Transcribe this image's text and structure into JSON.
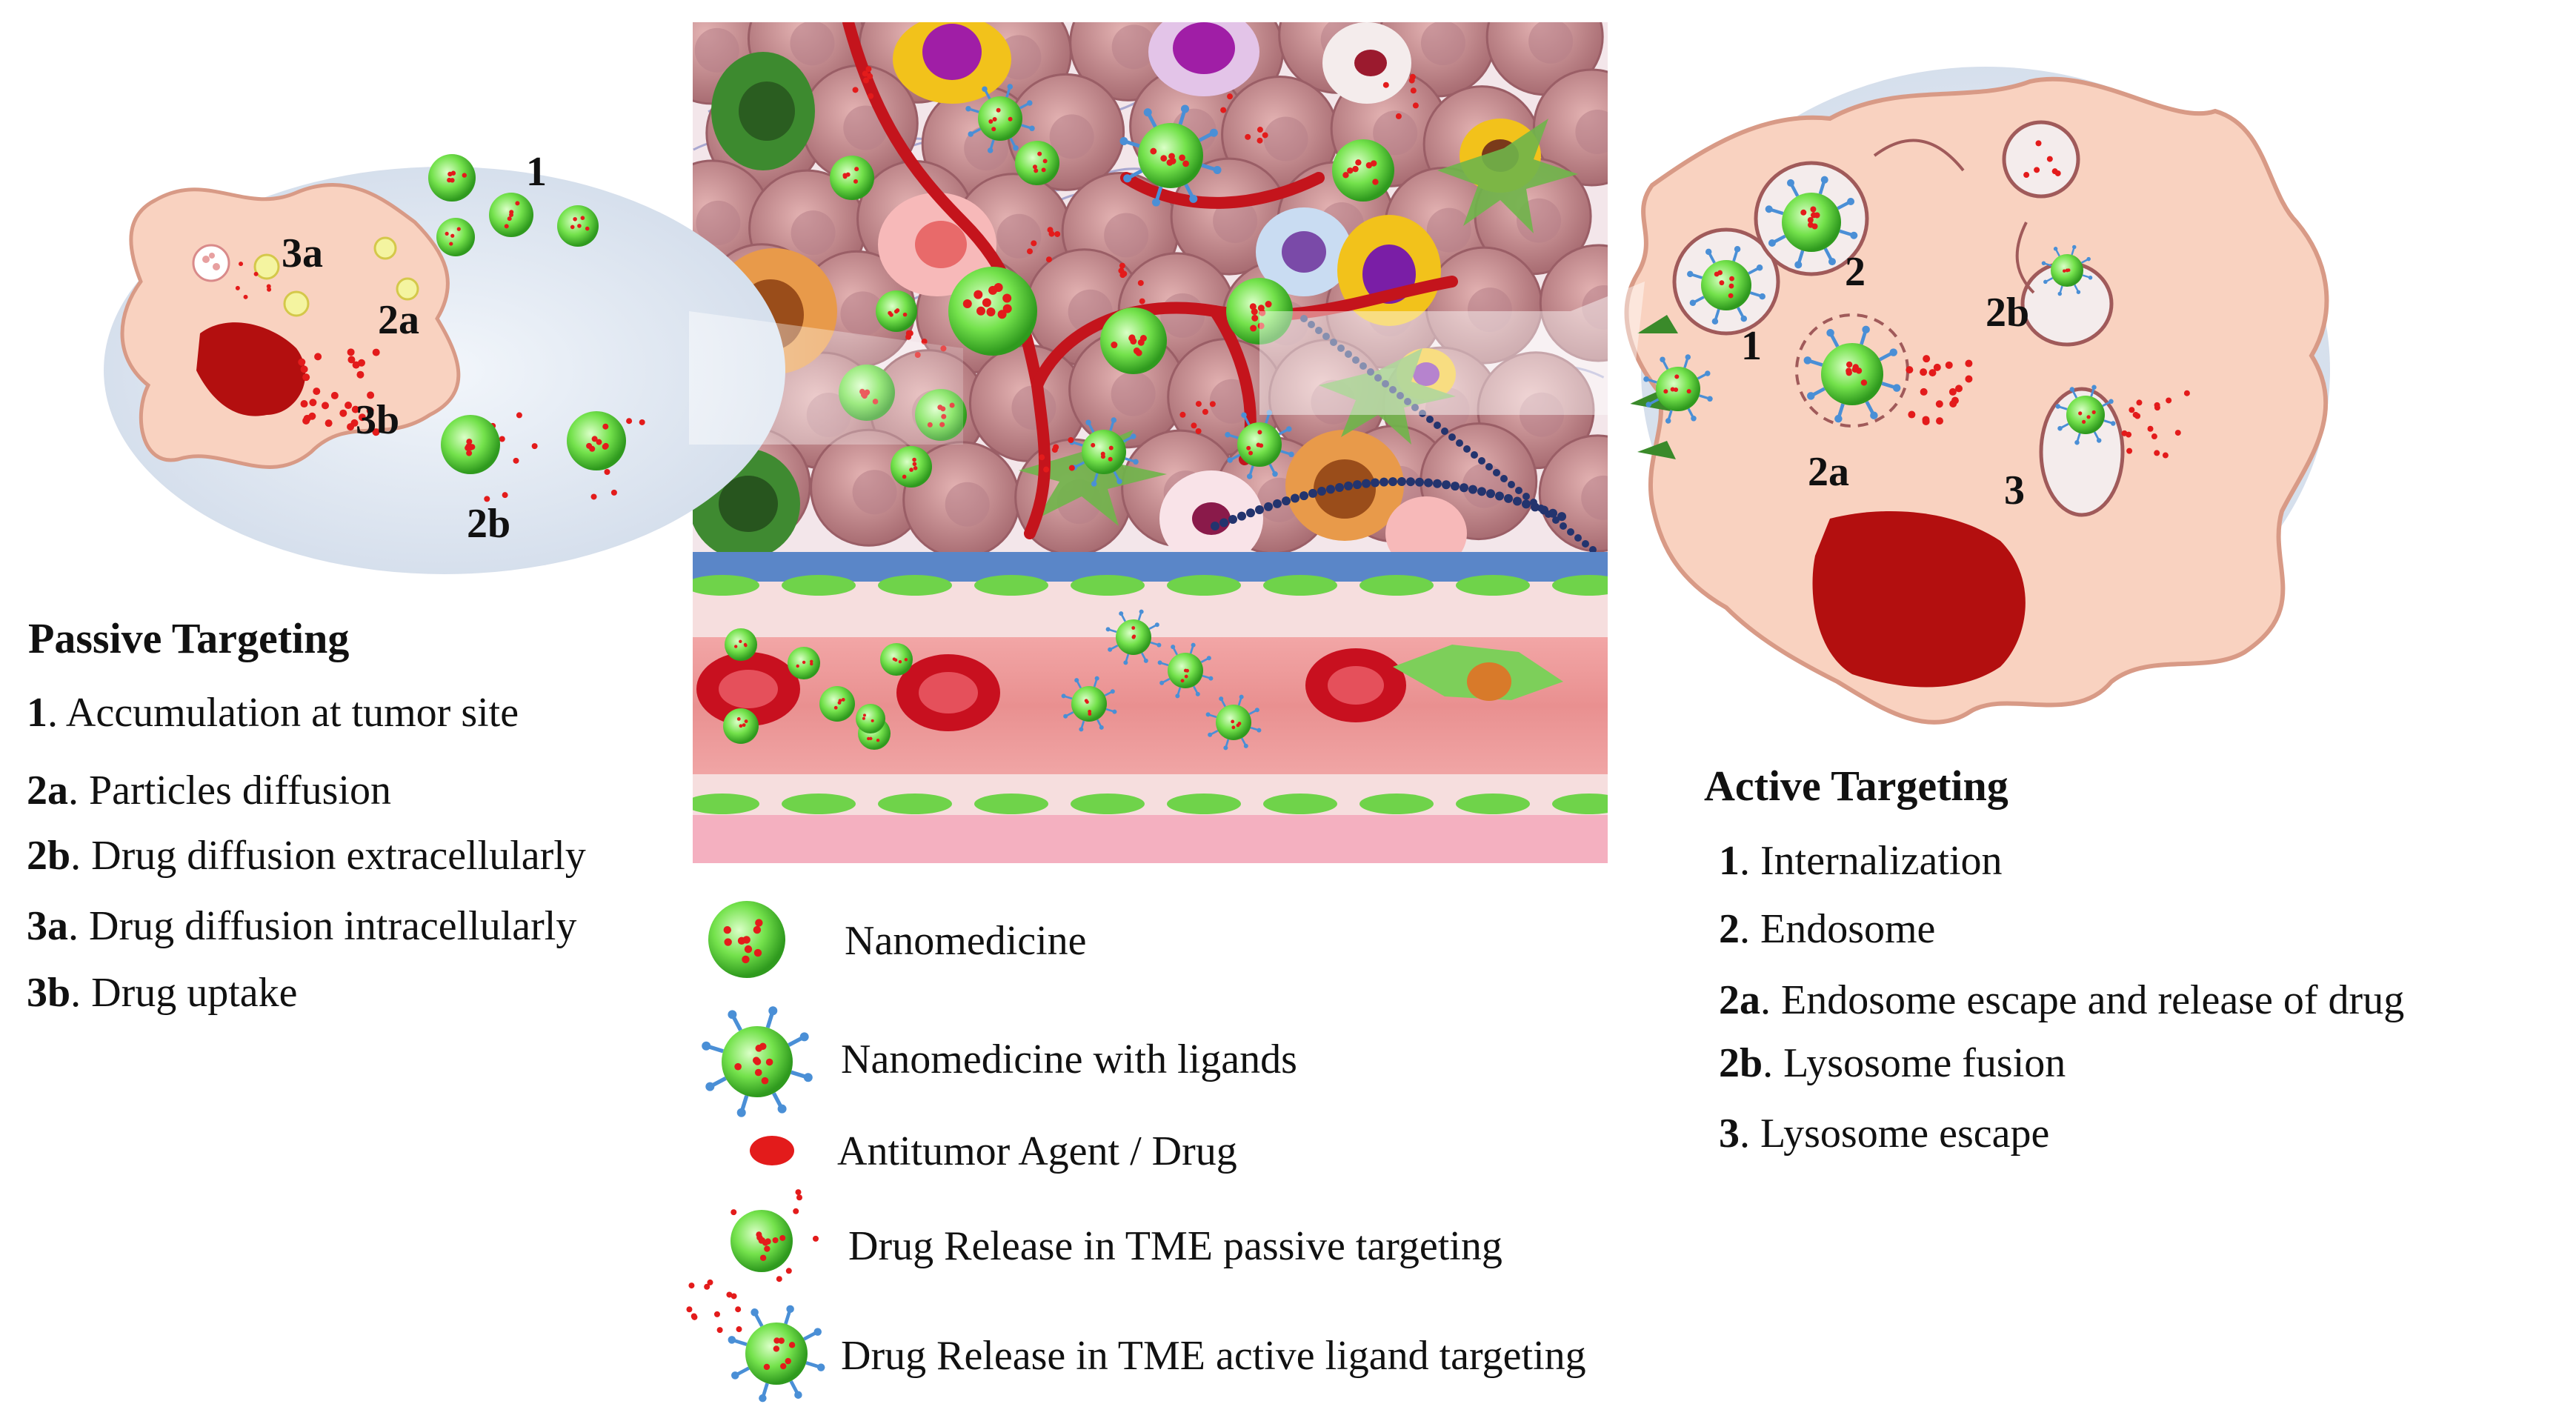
{
  "passive": {
    "heading": "Passive Targeting",
    "items": [
      {
        "num": "1",
        "text": ". Accumulation at tumor site"
      },
      {
        "num": "2a",
        "text": ". Particles diffusion"
      },
      {
        "num": "2b",
        "text": ". Drug diffusion extracellularly"
      },
      {
        "num": "3a",
        "text": ". Drug diffusion intracellularly"
      },
      {
        "num": "3b",
        "text": ". Drug uptake"
      }
    ],
    "markers": [
      "1",
      "3a",
      "2a",
      "3b",
      "2b"
    ]
  },
  "active": {
    "heading": "Active Targeting",
    "items": [
      {
        "num": "1",
        "text": ". Internalization"
      },
      {
        "num": "2",
        "text": ". Endosome"
      },
      {
        "num": "2a",
        "text": ". Endosome escape and release of drug"
      },
      {
        "num": "2b",
        "text": ". Lysosome fusion"
      },
      {
        "num": "3",
        "text": ". Lysosome escape"
      }
    ],
    "markers": [
      "2",
      "1",
      "2b",
      "2a",
      "3"
    ]
  },
  "legend": [
    {
      "label": "Nanomedicine",
      "icon": "nanomedicine-icon"
    },
    {
      "label": "Nanomedicine with ligands",
      "icon": "nanomedicine-ligands-icon"
    },
    {
      "label": "Antitumor Agent / Drug",
      "icon": "drug-icon"
    },
    {
      "label": "Drug Release in TME passive targeting",
      "icon": "passive-release-icon"
    },
    {
      "label": "Drug Release in TME active ligand targeting",
      "icon": "active-release-icon"
    }
  ],
  "colors": {
    "cell_fill": "#f8cdb8",
    "cell_edge": "#c98a7a",
    "bubble": "#dde6f1",
    "nucleus": "#b30f0f",
    "nano": "#6fe24a",
    "drug": "#e31b1b",
    "ligand": "#4a8fd6",
    "vessel": "#e88e8e",
    "rbc": "#c8101f",
    "tissue": "#c98e8e"
  }
}
